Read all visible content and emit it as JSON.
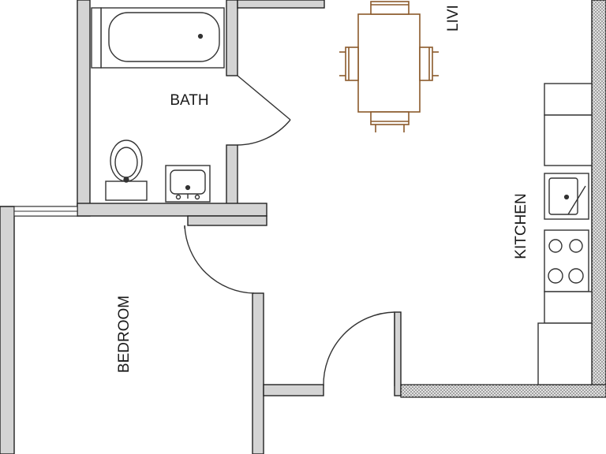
{
  "rooms": {
    "bath": "BATH",
    "bedroom": "BEDROOM",
    "kitchen": "KITCHEN",
    "living": "LIVI"
  },
  "colors": {
    "wall_fill": "#d4d4d4",
    "wall_stroke": "#222222",
    "line": "#333333",
    "furniture": "#8b5a2b"
  }
}
